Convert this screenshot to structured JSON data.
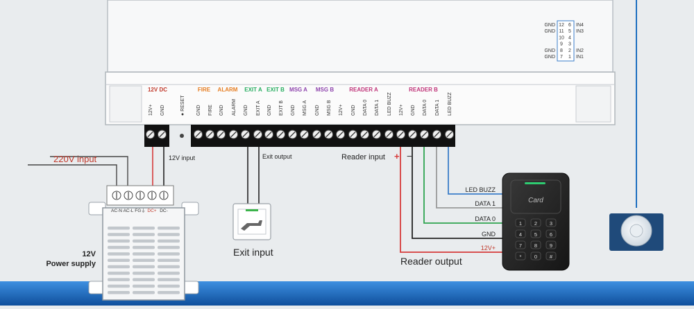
{
  "diagram": {
    "jumper_labels": [
      {
        "left": "GND",
        "a": "12",
        "b": "6",
        "right": "IN4"
      },
      {
        "left": "GND",
        "a": "11",
        "b": "5",
        "right": "IN3"
      },
      {
        "left": "",
        "a": "10",
        "b": "4",
        "right": ""
      },
      {
        "left": "",
        "a": "9",
        "b": "3",
        "right": ""
      },
      {
        "left": "GND",
        "a": "8",
        "b": "2",
        "right": "IN2"
      },
      {
        "left": "GND",
        "a": "7",
        "b": "1",
        "right": "IN1"
      }
    ],
    "groups": [
      {
        "label": "12V DC",
        "color": "#c0392b"
      },
      {
        "label": "FIRE",
        "color": "#e67e22"
      },
      {
        "label": "ALARM",
        "color": "#e67e22"
      },
      {
        "label": "EXIT A",
        "color": "#27ae60"
      },
      {
        "label": "EXIT B",
        "color": "#27ae60"
      },
      {
        "label": "MSG A",
        "color": "#8e44ad"
      },
      {
        "label": "MSG B",
        "color": "#8e44ad"
      },
      {
        "label": "READER A",
        "color": "#c0357a"
      },
      {
        "label": "READER B",
        "color": "#c0357a"
      }
    ],
    "terminals": [
      {
        "label": "12V+"
      },
      {
        "label": "GND"
      },
      {
        "label": "● RESET"
      },
      {
        "label": "GND"
      },
      {
        "label": "FIRE"
      },
      {
        "label": "GND"
      },
      {
        "label": "ALARM"
      },
      {
        "label": "GND"
      },
      {
        "label": "EXIT A"
      },
      {
        "label": "GND"
      },
      {
        "label": "EXIT B"
      },
      {
        "label": "GND"
      },
      {
        "label": "MSG A"
      },
      {
        "label": "GND"
      },
      {
        "label": "MSG B"
      },
      {
        "label": "12V+"
      },
      {
        "label": "GND"
      },
      {
        "label": "DATA 0"
      },
      {
        "label": "DATA 1"
      },
      {
        "label": "LED BUZZ"
      },
      {
        "label": "12V+"
      },
      {
        "label": "GND"
      },
      {
        "label": "DATA 0"
      },
      {
        "label": "DATA 1"
      },
      {
        "label": "LED BUZZ"
      }
    ],
    "labels": {
      "input_220v": "220V input",
      "input_12v": "12V input",
      "exit_output": "Exit output",
      "reader_input": "Reader input",
      "plus": "+",
      "minus": "−",
      "psu_line1": "12V",
      "psu_line2": "Power supply",
      "exit_input": "Exit input",
      "reader_output": "Reader output",
      "card": "Card"
    },
    "psu_terminals": [
      {
        "label": "AC-N",
        "color": "#333333"
      },
      {
        "label": "AC-L",
        "color": "#333333"
      },
      {
        "label": "FG⏚",
        "color": "#333333"
      },
      {
        "label": "DC+",
        "color": "#c0392b"
      },
      {
        "label": "DC-",
        "color": "#333333"
      }
    ],
    "reader_wires": [
      {
        "label": "LED BUZZ",
        "color": "#3a7dc9"
      },
      {
        "label": "DATA 1",
        "color": "#999999"
      },
      {
        "label": "DATA 0",
        "color": "#2ea44f"
      },
      {
        "label": "GND",
        "color": "#222222"
      },
      {
        "label": "12V+",
        "color": "#d63a3a"
      }
    ],
    "keypad": [
      "1",
      "2",
      "3",
      "4",
      "5",
      "6",
      "7",
      "8",
      "9",
      "*",
      "0",
      "#"
    ],
    "colors": {
      "red_wire": "#d63a3a",
      "black_wire": "#222222",
      "blue_band": "#1e6fc0"
    }
  }
}
